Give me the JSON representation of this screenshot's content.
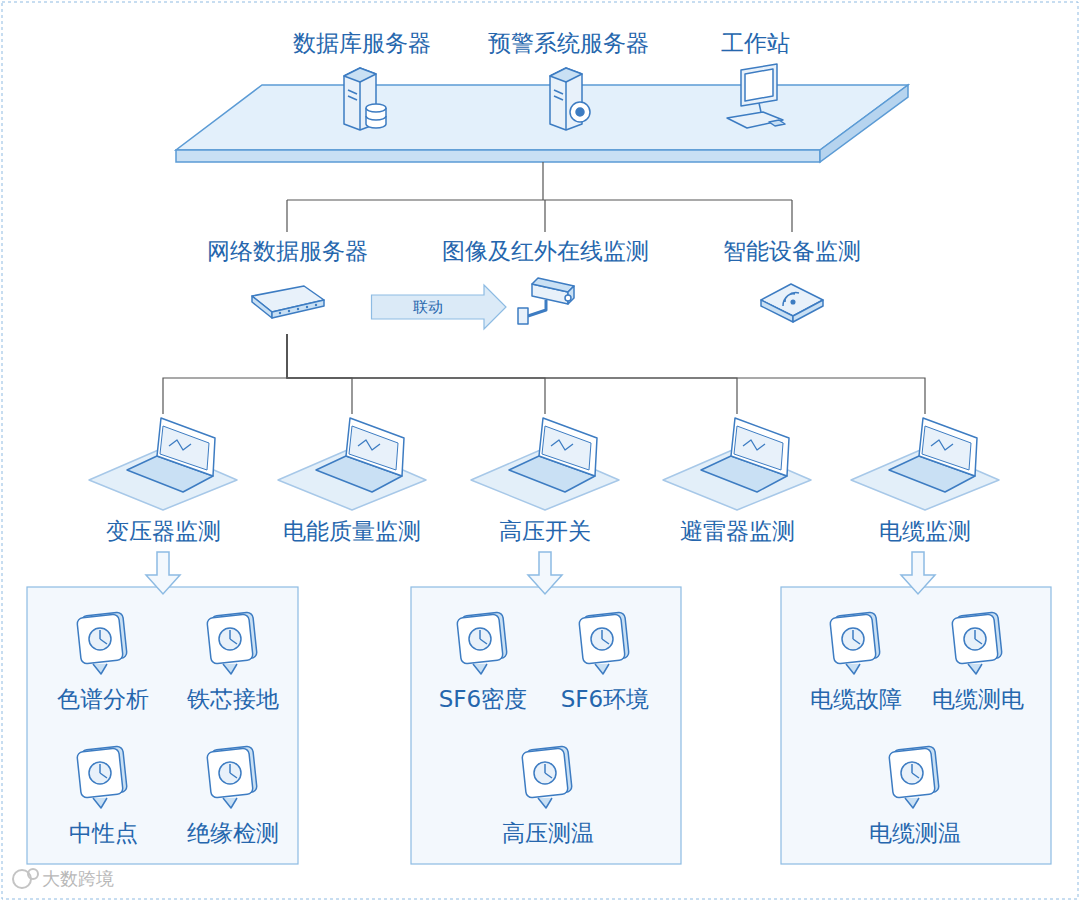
{
  "diagram": {
    "nodes": [
      {
        "text": [
          "数据库服务器"
        ]
      },
      {
        "text": [
          "预警系统服务器"
        ]
      },
      {
        "text": [
          "工作站"
        ]
      },
      {
        "text": [
          "网络数据服务器"
        ]
      },
      {
        "text": [
          "图像及红外在线监测"
        ]
      },
      {
        "text": [
          "智能设备监测"
        ]
      },
      {
        "text": [
          "变压器监测"
        ]
      },
      {
        "text": [
          "电能质量监测"
        ]
      },
      {
        "text": [
          "高压开关"
        ]
      },
      {
        "text": [
          "避雷器监测"
        ]
      },
      {
        "text": [
          "电缆监测"
        ]
      },
      {
        "text": [
          "色谱分析"
        ]
      },
      {
        "text": [
          "铁芯接地"
        ]
      },
      {
        "text": [
          "中性点"
        ]
      },
      {
        "text": [
          "绝缘检测"
        ]
      },
      {
        "text": [
          "SF6密度"
        ]
      },
      {
        "text": [
          "SF6环境"
        ]
      },
      {
        "text": [
          "高压测温"
        ]
      },
      {
        "text": [
          "电缆故障"
        ]
      },
      {
        "text": [
          "电缆测电"
        ]
      },
      {
        "text": [
          "电缆测温"
        ]
      }
    ],
    "edges": [
      {
        "from": 3,
        "to": 4,
        "label": "联动",
        "arrow": "to"
      },
      {
        "from": 3,
        "to": 6,
        "arrow": "none"
      },
      {
        "from": 3,
        "to": 7,
        "arrow": "none"
      },
      {
        "from": 3,
        "to": 8,
        "arrow": "none"
      },
      {
        "from": 3,
        "to": 9,
        "arrow": "none"
      },
      {
        "from": 3,
        "to": 10,
        "arrow": "none"
      }
    ],
    "labels": [
      "大数跨境"
    ]
  }
}
